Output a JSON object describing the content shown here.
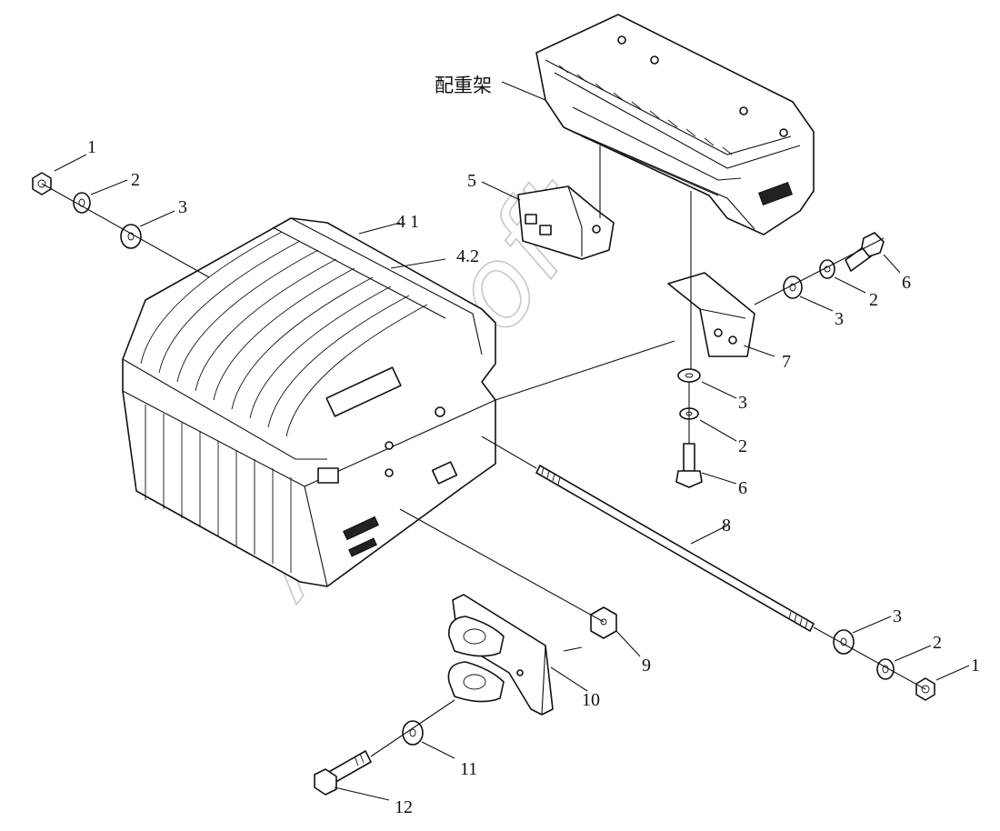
{
  "frame_label": "配重架",
  "watermark": "AutoSoft",
  "callouts": {
    "c1_top": "1",
    "c2_top": "2",
    "c3_top": "3",
    "c41": "4 1",
    "c42": "4.2",
    "c5": "5",
    "c6_right": "6",
    "c2_right": "2",
    "c3_right": "3",
    "c7": "7",
    "c3_mid": "3",
    "c2_mid": "2",
    "c6_mid": "6",
    "c8": "8",
    "c9": "9",
    "c10": "10",
    "c3_low": "3",
    "c2_low": "2",
    "c1_low": "1",
    "c11": "11",
    "c12": "12"
  }
}
